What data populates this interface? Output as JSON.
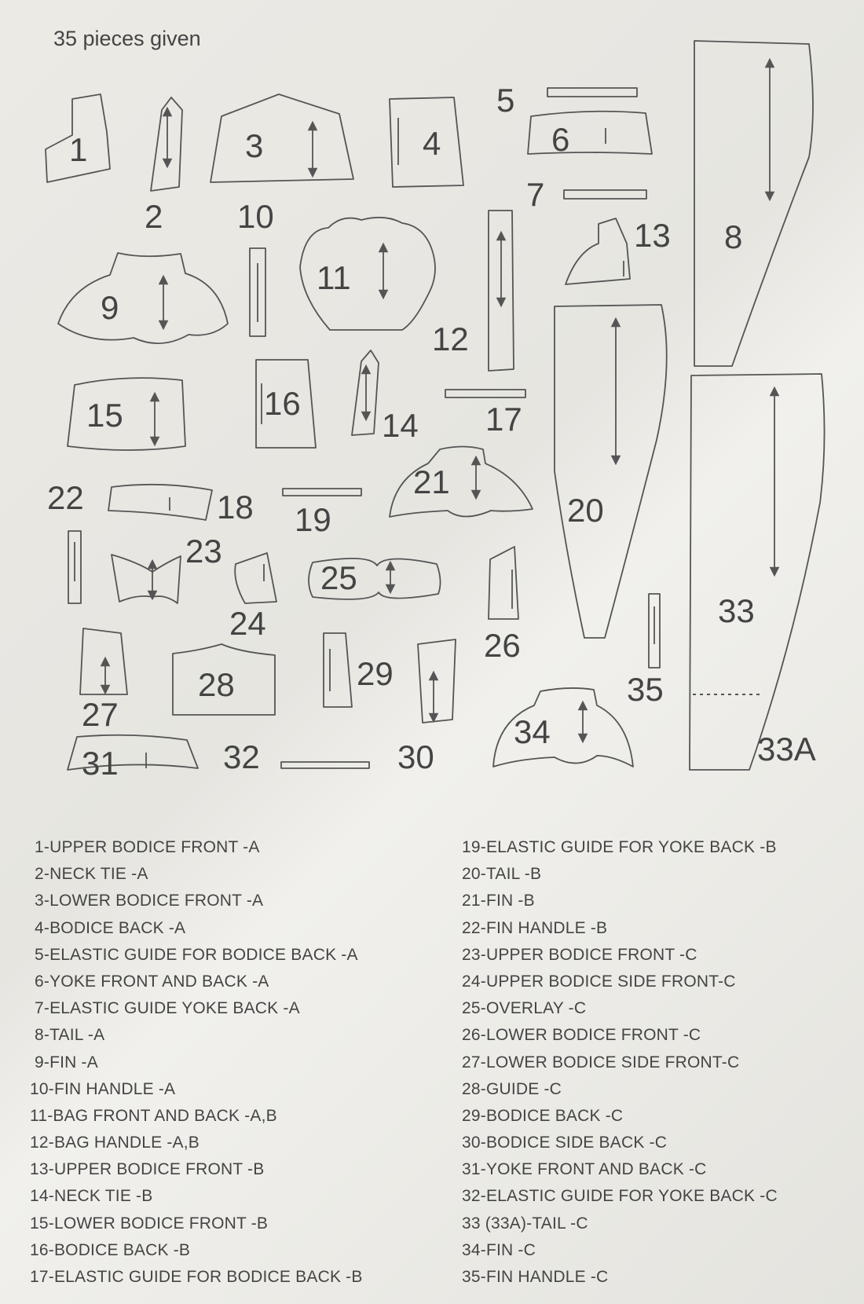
{
  "header": {
    "pieces_note": "35 pieces given"
  },
  "pieces": {
    "p1": "1",
    "p2": "2",
    "p3": "3",
    "p4": "4",
    "p5": "5",
    "p6": "6",
    "p7": "7",
    "p8": "8",
    "p9": "9",
    "p10": "10",
    "p11": "11",
    "p12": "12",
    "p13": "13",
    "p14": "14",
    "p15": "15",
    "p16": "16",
    "p17": "17",
    "p18": "18",
    "p19": "19",
    "p20": "20",
    "p21": "21",
    "p22": "22",
    "p23": "23",
    "p24": "24",
    "p25": "25",
    "p26": "26",
    "p27": "27",
    "p28": "28",
    "p29": "29",
    "p30": "30",
    "p31": "31",
    "p32": "32",
    "p33": "33",
    "p33a": "33A",
    "p34": "34",
    "p35": "35"
  },
  "legend": {
    "left": [
      "1-UPPER BODICE FRONT -A",
      "2-NECK TIE -A",
      "3-LOWER BODICE FRONT -A",
      "4-BODICE BACK -A",
      "5-ELASTIC GUIDE FOR BODICE BACK -A",
      "6-YOKE FRONT AND BACK -A",
      "7-ELASTIC GUIDE YOKE BACK -A",
      "8-TAIL -A",
      "9-FIN -A",
      "10-FIN HANDLE -A",
      "11-BAG FRONT AND BACK -A,B",
      "12-BAG HANDLE -A,B",
      "13-UPPER BODICE FRONT -B",
      "14-NECK TIE -B",
      "15-LOWER BODICE FRONT -B",
      "16-BODICE BACK -B",
      "17-ELASTIC GUIDE  FOR BODICE BACK -B"
    ],
    "right": [
      "19-ELASTIC GUIDE FOR YOKE BACK -B",
      "20-TAIL -B",
      "21-FIN -B",
      "22-FIN HANDLE -B",
      "23-UPPER BODICE FRONT -C",
      "24-UPPER BODICE SIDE FRONT-C",
      "25-OVERLAY -C",
      "26-LOWER BODICE FRONT -C",
      "27-LOWER BODICE SIDE FRONT-C",
      "28-GUIDE -C",
      "29-BODICE BACK -C",
      "30-BODICE SIDE BACK -C",
      "31-YOKE FRONT AND BACK -C",
      "32-ELASTIC GUIDE FOR YOKE BACK -C",
      "33 (33A)-TAIL -C",
      "34-FIN -C",
      "35-FIN HANDLE -C"
    ]
  }
}
